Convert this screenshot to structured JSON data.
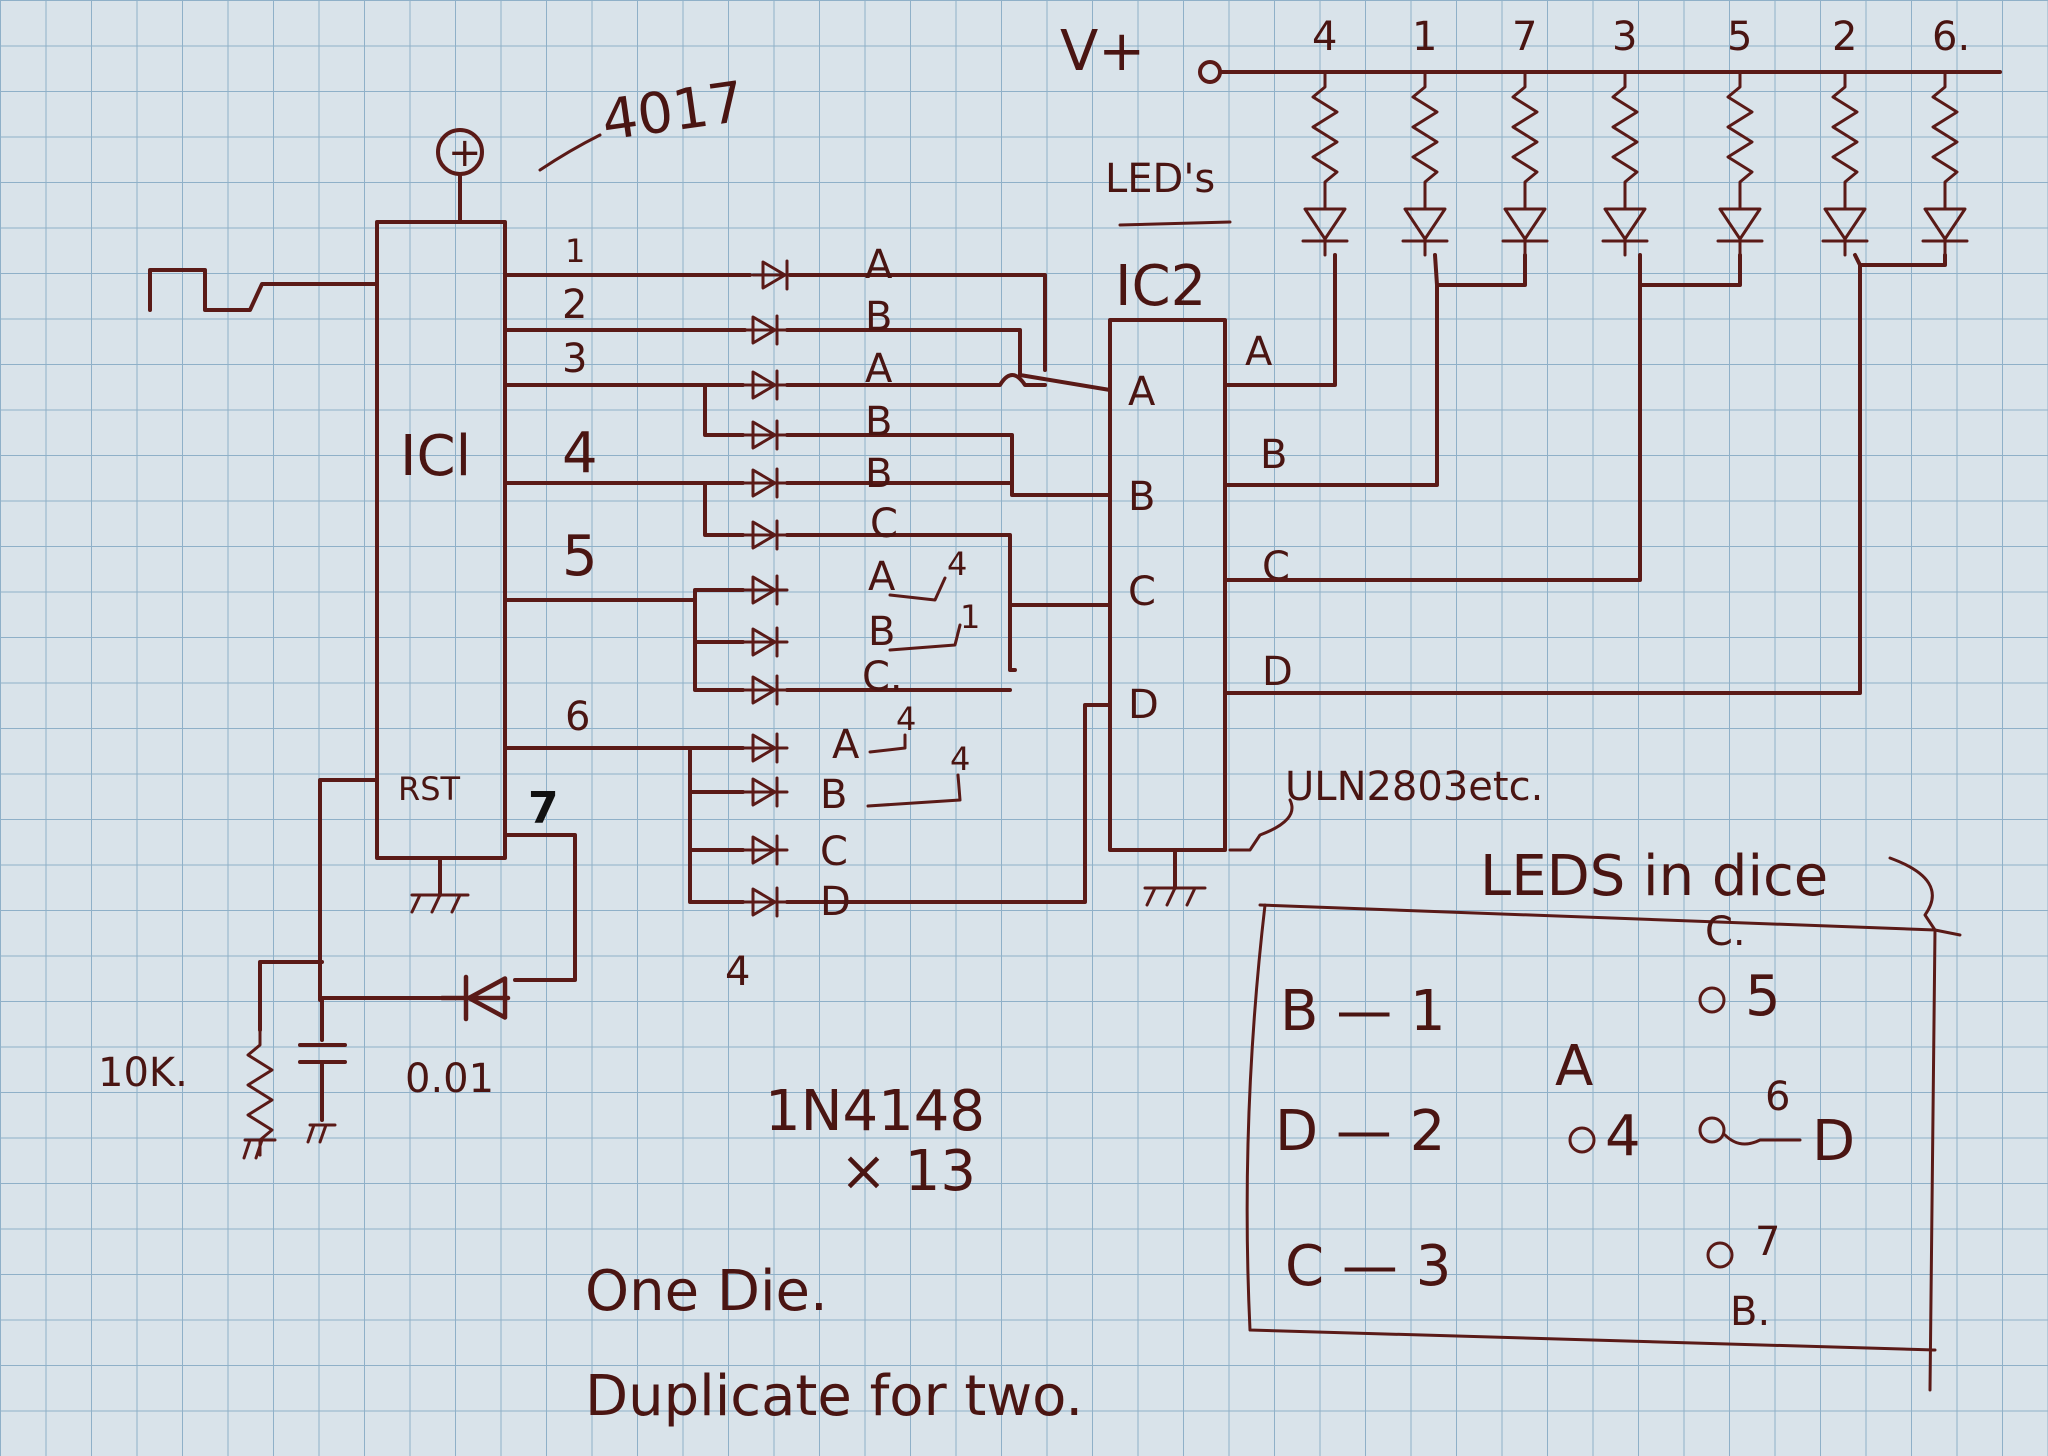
{
  "ic1": {
    "name": "ICl",
    "part": "4017",
    "power": "+",
    "reset": "RST",
    "pin7": "7"
  },
  "ic1_outputs": [
    "1",
    "2",
    "3",
    "4",
    "5",
    "6"
  ],
  "ic2": {
    "name": "IC2",
    "part": "ULN2803etc.",
    "inputs": [
      "A",
      "B",
      "C",
      "D"
    ],
    "outputs": [
      "A",
      "B",
      "C",
      "D"
    ]
  },
  "diode_labels": [
    "A",
    "B",
    "A",
    "B",
    "B",
    "C",
    "A",
    "B",
    "C.",
    "A",
    "B",
    "C",
    "D"
  ],
  "diode_marks": [
    "4",
    "1",
    "4",
    "4"
  ],
  "diode_part": {
    "part": "1N4148",
    "count": "× 13",
    "marker": "4"
  },
  "supply": {
    "label": "V+"
  },
  "led_numbers": [
    "4",
    "1",
    "7",
    "3",
    "5",
    "2",
    "6."
  ],
  "led_label": "LED's",
  "timing": {
    "resistor": "10K.",
    "capacitor": "0.01"
  },
  "dice": {
    "title": "LEDS in dice",
    "labels": [
      "B — 1",
      "D — 2",
      "C — 3",
      "A",
      "4",
      "5",
      "6",
      "7",
      "C.",
      "D",
      "B."
    ],
    "top": "C.",
    "left_b": "B — 1",
    "left_d": "D — 2",
    "left_c": "C — 3",
    "center_a": "A",
    "center_4": "4",
    "right_5": "5",
    "right_6": "6",
    "right_d": "D",
    "right_7": "7",
    "bottom_b": "B."
  },
  "notes": {
    "line1": "One Die.",
    "line2": "Duplicate for two."
  },
  "colors": {
    "paper": "#d9e3ea",
    "grid": "#8fb0c8",
    "ink": "#5a1a17"
  }
}
